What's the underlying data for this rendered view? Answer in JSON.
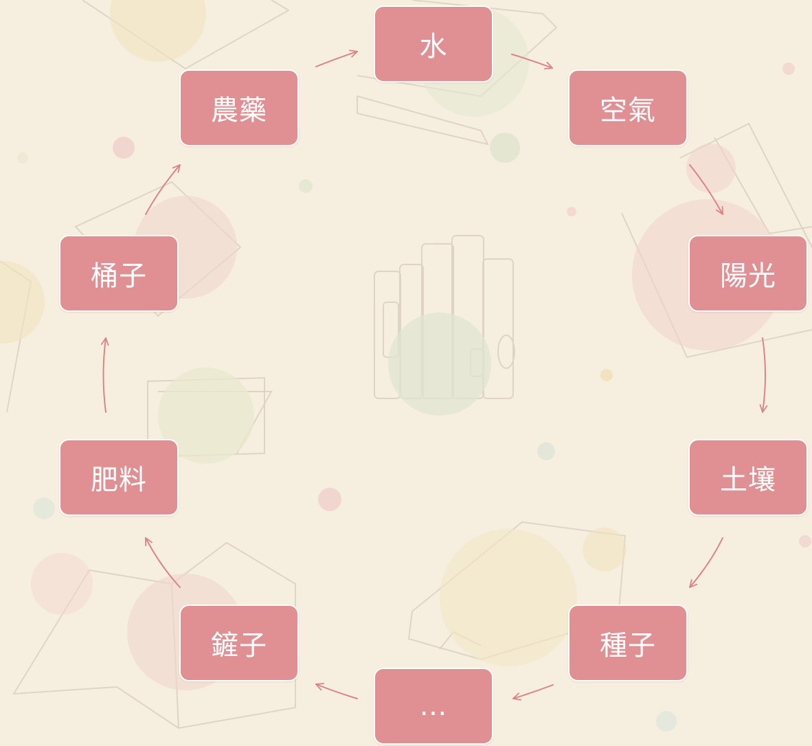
{
  "nodes": {
    "water": "水",
    "air": "空氣",
    "sunlight": "陽光",
    "soil": "土壤",
    "seeds": "種子",
    "more": "…",
    "hoe": "鏟子",
    "fertilizer": "肥料",
    "bucket": "桶子",
    "pesticide": "農藥"
  },
  "colors": {
    "background": "#f6efdf",
    "node_fill": "#e09092",
    "node_border": "#ffffff",
    "node_text": "#ffffff",
    "arrow": "#dd8286"
  }
}
